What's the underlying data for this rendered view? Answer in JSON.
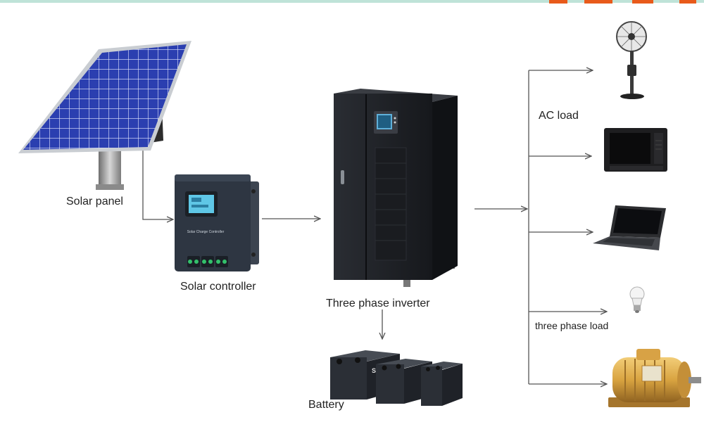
{
  "diagram": {
    "labels": {
      "solar_panel": "Solar panel",
      "solar_controller": "Solar controller",
      "inverter": "Three phase inverter",
      "battery": "Battery",
      "ac_load": "AC load",
      "three_phase_load": "three phase load"
    },
    "controller_caption": "Solar Charge Controller",
    "battery_brand": "SNT",
    "colors": {
      "line": "#555555",
      "panel_cell": "#2b3fb0",
      "cabinet": "#1e2024",
      "controller_body": "#2e3642",
      "lcd": "#5fc7e6",
      "battery_case": "#30343b",
      "motor": "#d9a441",
      "top_strip": "#bfe3d8",
      "logo_accent": "#e85a1b"
    },
    "icons": [
      "solar-panel-image",
      "solar-controller-image",
      "inverter-cabinet-image",
      "battery-bank-image",
      "fan-icon",
      "tv-icon",
      "laptop-icon",
      "light-bulb-icon",
      "motor-icon"
    ]
  }
}
